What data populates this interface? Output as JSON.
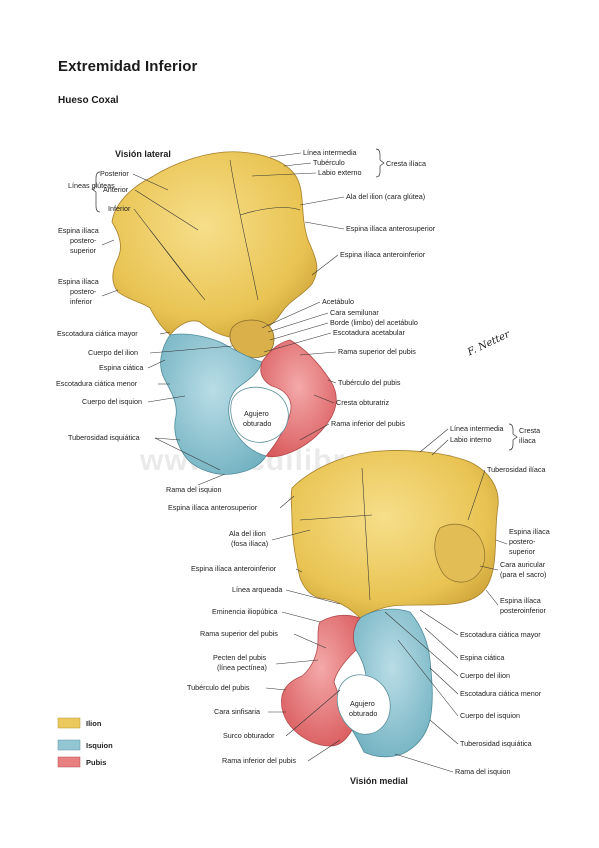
{
  "page": {
    "title": "Extremidad Inferior",
    "subtitle": "Hueso Coxal"
  },
  "colors": {
    "ilion": "#ecc95c",
    "isquion": "#92c6d3",
    "pubis": "#e87f80",
    "outline": "#8a6d2a"
  },
  "watermark": "www.lecdilibros.com",
  "signature": "F. Netter",
  "lateral": {
    "title": "Visión lateral",
    "lineas_gluteas": "Líneas glúteas",
    "posterior": "Posterior",
    "anterior": "Anterior",
    "inferior": "Inferior",
    "linea_intermedia": "Línea intermedia",
    "tuberculo": "Tubérculo",
    "labio_externo": "Labio externo",
    "cresta_iliaca": "Cresta ilíaca",
    "ala_ilion": "Ala del ilion (cara glútea)",
    "espina_as": "Espina ilíaca anterosuperior",
    "espina_ai": "Espina ilíaca anteroinferior",
    "espina_ps_1": "Espina ilíaca",
    "espina_ps_2": "postero-",
    "espina_ps_3": "superior",
    "espina_pi_1": "Espina ilíaca",
    "espina_pi_2": "postero-",
    "espina_pi_3": "inferior",
    "escotadura_mayor": "Escotadura ciática mayor",
    "cuerpo_ilion": "Cuerpo del ilion",
    "espina_ciatica": "Espina ciática",
    "escotadura_menor": "Escotadura ciática menor",
    "cuerpo_isquion": "Cuerpo del isquion",
    "tuberosidad_isquiatica": "Tuberosidad isquiática",
    "rama_isquion": "Rama del isquion",
    "acetabulo": "Acetábulo",
    "cara_semilunar": "Cara semilunar",
    "borde_acetabulo": "Borde (limbo) del acetábulo",
    "escotadura_acetabular": "Escotadura acetabular",
    "rama_superior_pubis": "Rama superior del pubis",
    "tuberculo_pubis": "Tubérculo del pubis",
    "cresta_obturatriz": "Cresta obturatriz",
    "rama_inferior_pubis": "Rama inferior del pubis",
    "agujero_1": "Agujero",
    "agujero_2": "obturado"
  },
  "medial": {
    "title": "Visión medial",
    "linea_intermedia": "Línea intermedia",
    "labio_interno": "Labio interno",
    "cresta_1": "Cresta",
    "cresta_2": "ilíaca",
    "tuberosidad_iliaca": "Tuberosidad ilíaca",
    "espina_as": "Espina ilíaca anterosuperior",
    "ala_1": "Ala del ilion",
    "ala_2": "(fosa ilíaca)",
    "espina_ai": "Espina ilíaca anteroinferior",
    "linea_arqueada": "Línea arqueada",
    "eminencia": "Eminencia iliopúbica",
    "rama_superior_pubis": "Rama superior del pubis",
    "pecten_1": "Pecten del pubis",
    "pecten_2": "(línea pectínea)",
    "tuberculo_pubis": "Tubérculo del pubis",
    "cara_sinfisaria": "Cara sinfisaria",
    "surco_obturador": "Surco obturador",
    "rama_inferior_pubis": "Rama inferior del pubis",
    "espina_ps_1": "Espina ilíaca",
    "espina_ps_2": "postero-",
    "espina_ps_3": "superior",
    "cara_auricular_1": "Cara auricular",
    "cara_auricular_2": "(para el sacro)",
    "espina_pi_1": "Espina ilíaca",
    "espina_pi_2": "posteroinferior",
    "escotadura_mayor": "Escotadura ciática mayor",
    "espina_ciatica": "Espina ciática",
    "cuerpo_ilion": "Cuerpo del ilion",
    "escotadura_menor": "Escotadura ciática menor",
    "cuerpo_isquion": "Cuerpo del isquion",
    "tuberosidad_isquiatica": "Tuberosidad isquiática",
    "rama_isquion": "Rama del isquion",
    "agujero_1": "Agujero",
    "agujero_2": "obturado"
  },
  "legend": [
    {
      "label": "Ilion",
      "color": "#ecc95c"
    },
    {
      "label": "Isquion",
      "color": "#92c6d3"
    },
    {
      "label": "Pubis",
      "color": "#e87f80"
    }
  ]
}
